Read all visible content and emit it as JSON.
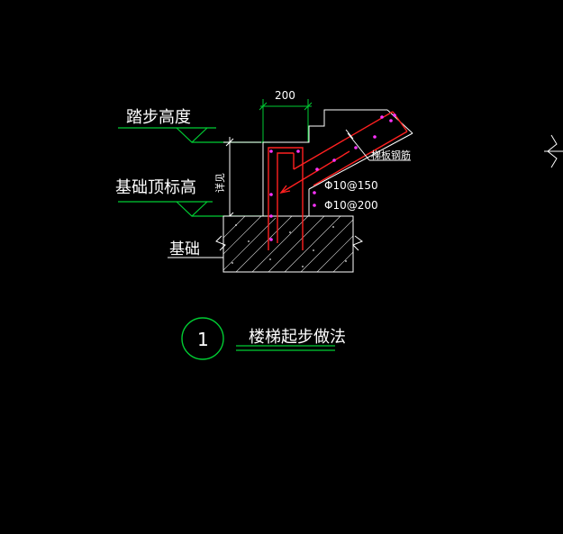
{
  "labels": {
    "step_height": "踏步高度",
    "foundation_top": "基础顶标高",
    "foundation": "基础",
    "dimension_width": "200",
    "vertical_dim": "详见",
    "slab_rebar": "梯板钢筋",
    "rebar_1": "Φ10@150",
    "rebar_2": "Φ10@200",
    "detail_number": "1",
    "detail_title": "楼梯起步做法"
  },
  "colors": {
    "background": "#000000",
    "green": "#00cc33",
    "red": "#ff2020",
    "white": "#ffffff",
    "magenta": "#ff33ff"
  }
}
